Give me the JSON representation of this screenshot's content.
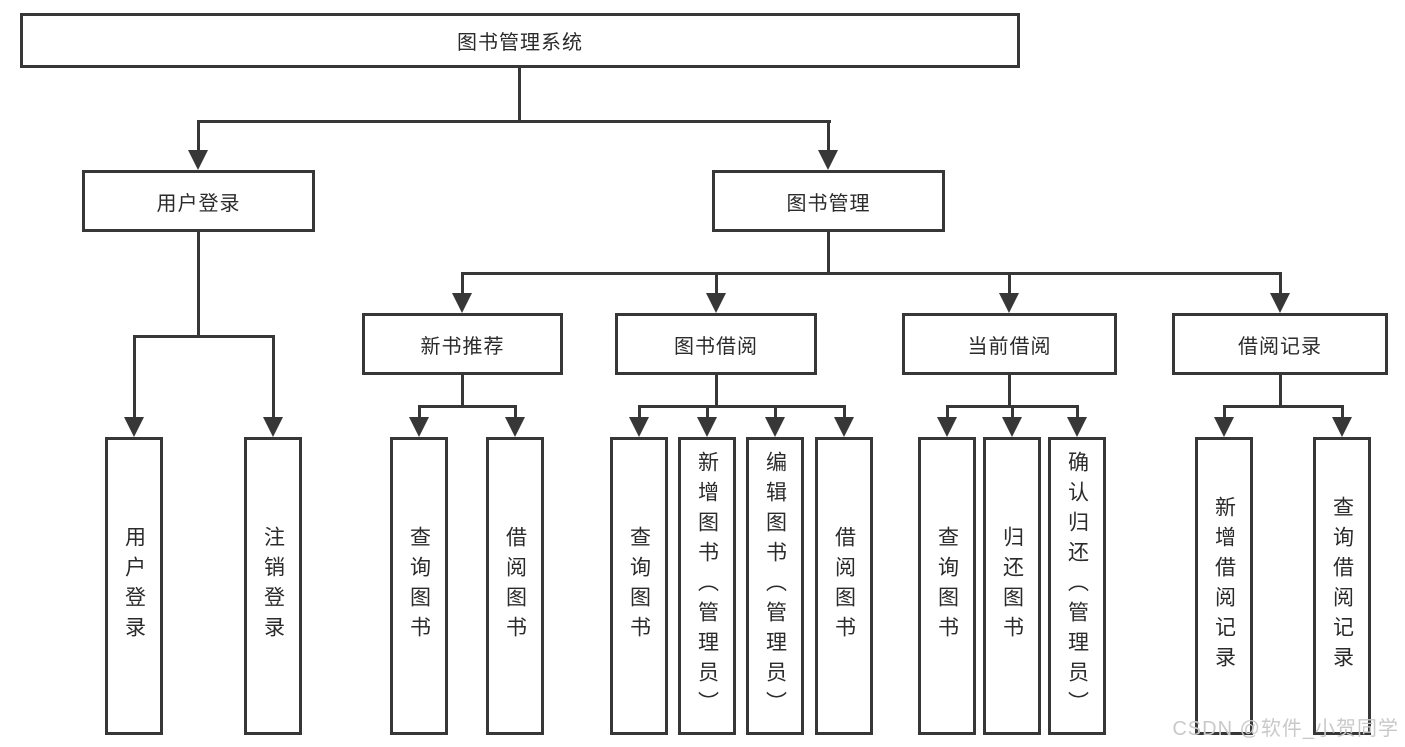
{
  "diagram": {
    "root": {
      "label": "图书管理系统"
    },
    "user_login": {
      "label": "用户登录",
      "children": {
        "login": {
          "label": "用户登录"
        },
        "logout": {
          "label": "注销登录"
        }
      }
    },
    "book_management": {
      "label": "图书管理",
      "children": {
        "new_book_recommend": {
          "label": "新书推荐",
          "children": {
            "query_book": {
              "label": "查询图书"
            },
            "borrow_book": {
              "label": "借阅图书"
            }
          }
        },
        "book_borrowing": {
          "label": "图书借阅",
          "children": {
            "query_book": {
              "label": "查询图书"
            },
            "add_book": {
              "label": "新增图书（管理员）"
            },
            "edit_book": {
              "label": "编辑图书（管理员）"
            },
            "borrow_book": {
              "label": "借阅图书"
            }
          }
        },
        "current_borrowing": {
          "label": "当前借阅",
          "children": {
            "query_book": {
              "label": "查询图书"
            },
            "return_book": {
              "label": "归还图书"
            },
            "confirm_return": {
              "label": "确认归还（管理员）"
            }
          }
        },
        "borrowing_records": {
          "label": "借阅记录",
          "children": {
            "add_record": {
              "label": "新增借阅记录"
            },
            "query_record": {
              "label": "查询借阅记录"
            }
          }
        }
      }
    }
  },
  "watermark": {
    "text": "CSDN @软件_小贺同学"
  },
  "colors": {
    "line": "#373737",
    "box_border": "#373737",
    "box_fill": "#ffffff",
    "text": "#2b2b2b",
    "watermark": "#c9c9c9"
  }
}
